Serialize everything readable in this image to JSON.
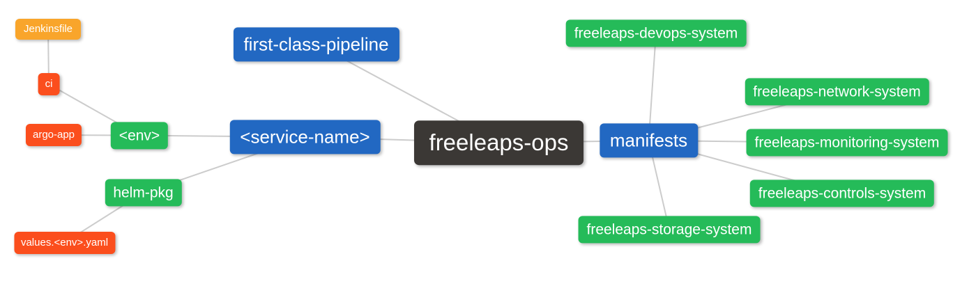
{
  "diagram": {
    "type": "mindmap",
    "background": "#ffffff",
    "edge_color": "#cccccc",
    "edge_width": 2,
    "text_color": "#ffffff",
    "levels": {
      "root": {
        "color": "#3b3835"
      },
      "1": {
        "color": "#2268c2"
      },
      "2": {
        "color": "#25bb59"
      },
      "3": {
        "color": "#fb4e1d"
      },
      "4": {
        "color": "#f9a52b"
      }
    },
    "nodes": [
      {
        "id": "freeleaps-ops",
        "label": "freeleaps-ops",
        "level": "root",
        "parent": null
      },
      {
        "id": "first-class-pipeline",
        "label": "first-class-pipeline",
        "level": "1",
        "parent": "freeleaps-ops"
      },
      {
        "id": "service-name",
        "label": "<service-name>",
        "level": "1",
        "parent": "freeleaps-ops"
      },
      {
        "id": "manifests",
        "label": "manifests",
        "level": "1",
        "parent": "freeleaps-ops"
      },
      {
        "id": "env",
        "label": "<env>",
        "level": "2",
        "parent": "service-name"
      },
      {
        "id": "helm-pkg",
        "label": "helm-pkg",
        "level": "2",
        "parent": "service-name"
      },
      {
        "id": "ci",
        "label": "ci",
        "level": "3",
        "parent": "env"
      },
      {
        "id": "argo-app",
        "label": "argo-app",
        "level": "3",
        "parent": "env"
      },
      {
        "id": "values-env-yaml",
        "label": "values.<env>.yaml",
        "level": "3",
        "parent": "helm-pkg"
      },
      {
        "id": "jenkinsfile",
        "label": "Jenkinsfile",
        "level": "4",
        "parent": "ci"
      },
      {
        "id": "freeleaps-devops-system",
        "label": "freeleaps-devops-system",
        "level": "2",
        "parent": "manifests"
      },
      {
        "id": "freeleaps-network-system",
        "label": "freeleaps-network-system",
        "level": "2",
        "parent": "manifests"
      },
      {
        "id": "freeleaps-monitoring-system",
        "label": "freeleaps-monitoring-system",
        "level": "2",
        "parent": "manifests"
      },
      {
        "id": "freeleaps-controls-system",
        "label": "freeleaps-controls-system",
        "level": "2",
        "parent": "manifests"
      },
      {
        "id": "freeleaps-storage-system",
        "label": "freeleaps-storage-system",
        "level": "2",
        "parent": "manifests"
      }
    ]
  }
}
